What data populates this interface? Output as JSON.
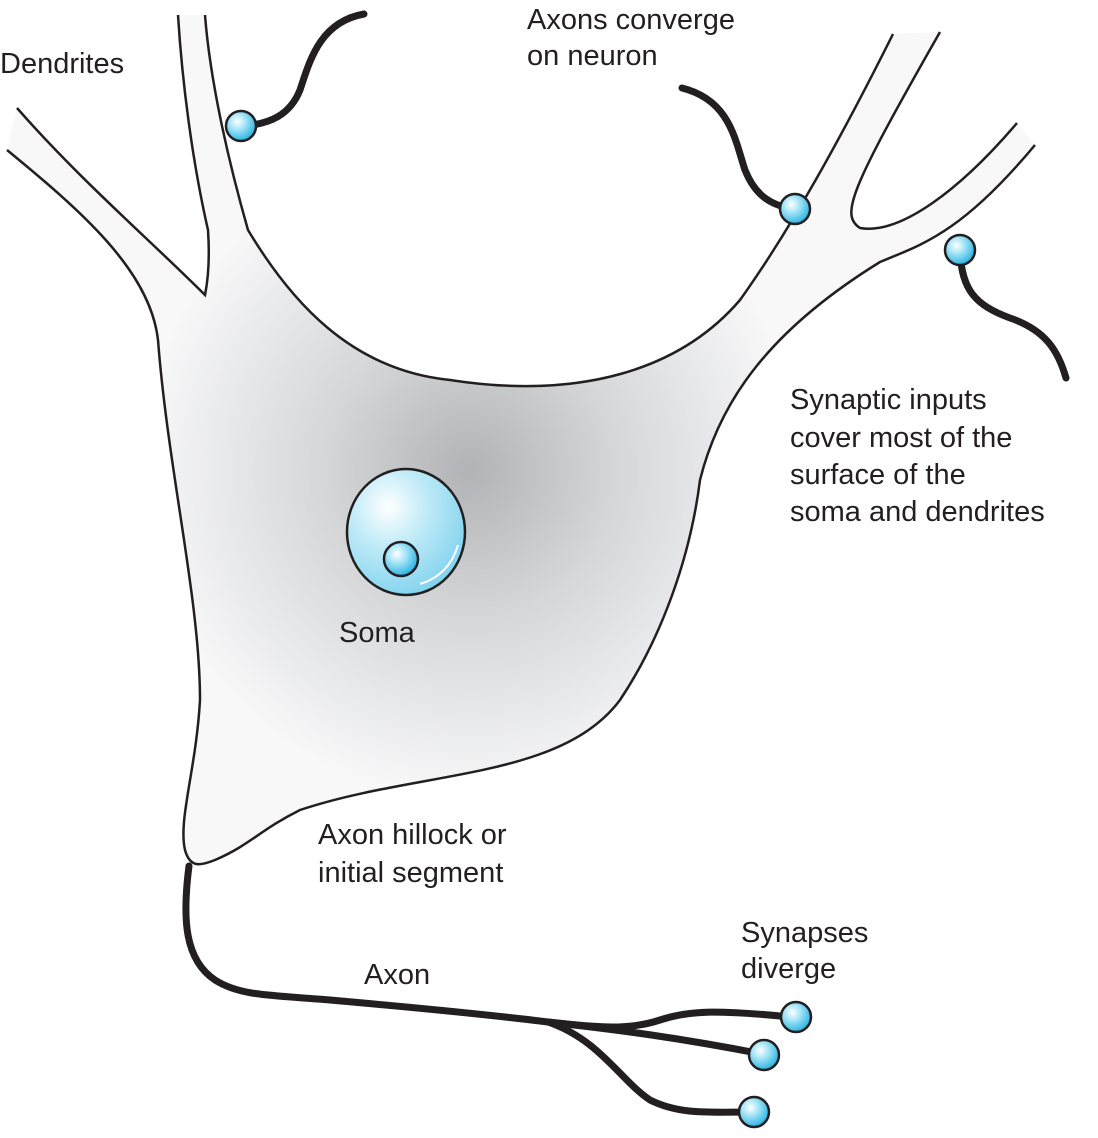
{
  "labels": {
    "dendrites": "Dendrites",
    "axons_converge_line1": "Axons converge",
    "axons_converge_line2": "on neuron",
    "synaptic_inputs_line1": "Synaptic  inputs",
    "synaptic_inputs_line2": "cover most of the",
    "synaptic_inputs_line3": "surface of the",
    "synaptic_inputs_line4": "soma and dendrites",
    "soma": "Soma",
    "axon_hillock_line1": "Axon hillock or",
    "axon_hillock_line2": "initial segment",
    "axon": "Axon",
    "synapses_diverge_line1": "Synapses",
    "synapses_diverge_line2": "diverge"
  },
  "colors": {
    "outline": "#231f20",
    "cell_fill_center": "#b4b5b8",
    "cell_fill_edge": "#f7f7f8",
    "synapse_knob": "#29b6e6",
    "nucleus": "#a9e3f5"
  }
}
